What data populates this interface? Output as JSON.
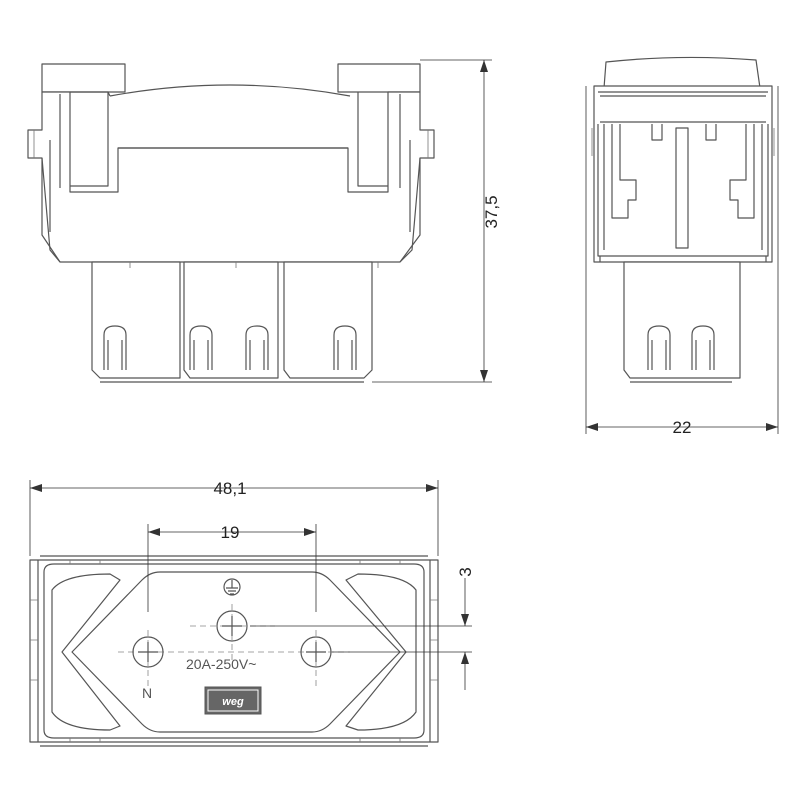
{
  "dimensions": {
    "height": "37,5",
    "side_width": "22",
    "width": "48,1",
    "pin_spacing": "19",
    "offset": "3"
  },
  "markings": {
    "rating": "20A-250V~",
    "neutral": "N",
    "brand": "weg"
  },
  "colors": {
    "line": "#555555",
    "dimension": "#333333"
  },
  "icons": {
    "ground": "ground-symbol-icon",
    "pin": "crosshair-pin-icon"
  }
}
